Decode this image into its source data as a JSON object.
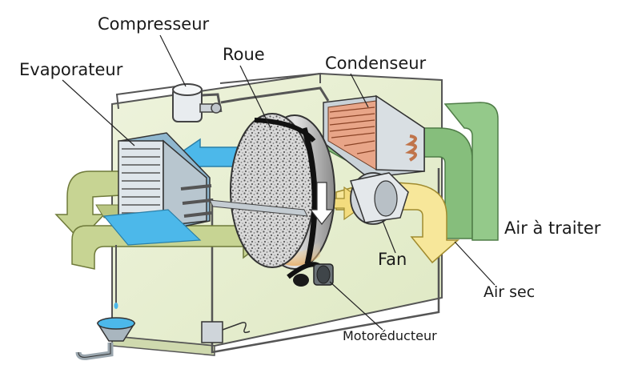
{
  "labels": {
    "compresseur": "Compresseur",
    "evaporateur": "Evaporateur",
    "roue": "Roue",
    "condenseur": "Condenseur",
    "air_a_traiter": "Air à traiter",
    "fan": "Fan",
    "air_sec": "Air sec",
    "motoreducteur": "Motoréducteur"
  }
}
